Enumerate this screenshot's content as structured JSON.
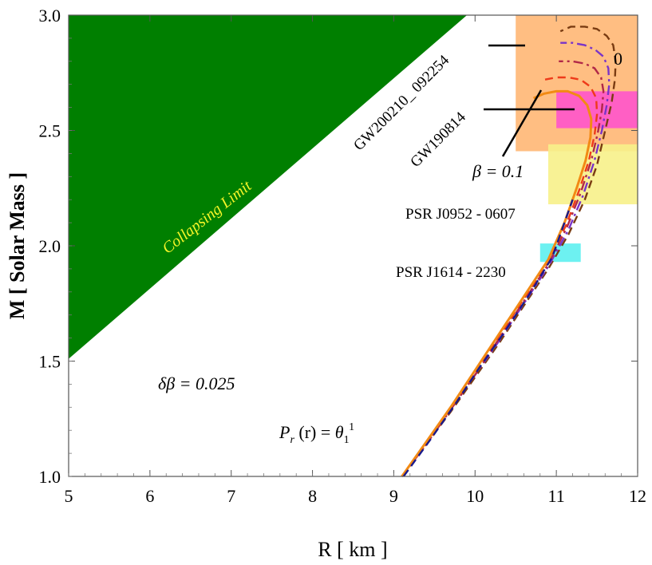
{
  "chart_data": {
    "type": "line",
    "xlabel": "R  [ km ]",
    "ylabel": "M  [ Solar  Mass ]",
    "xlim": [
      5,
      12
    ],
    "ylim": [
      1.0,
      3.0
    ],
    "x_ticks": [
      "5",
      "6",
      "7",
      "8",
      "9",
      "10",
      "11",
      "12"
    ],
    "y_ticks": [
      "1.0",
      "1.5",
      "2.0",
      "2.5",
      "3.0"
    ],
    "grid": false,
    "regions": [
      {
        "label": "Collapsing Limit",
        "color": "#007f00",
        "text_color": "#f5f528",
        "polygon": [
          [
            5,
            3.0
          ],
          [
            9.9,
            3.0
          ],
          [
            5,
            1.51
          ]
        ]
      },
      {
        "label": "GW200210_092254",
        "color": "#ffbe82",
        "x": [
          10.5,
          12
        ],
        "y": [
          2.41,
          3.0
        ]
      },
      {
        "label": "GW190814",
        "color": "#ff5fc4",
        "x": [
          11.0,
          12
        ],
        "y": [
          2.51,
          2.67
        ]
      },
      {
        "label": "PSR J0952 - 0607",
        "color": "#f7f18a",
        "x": [
          10.9,
          12
        ],
        "y": [
          2.18,
          2.44
        ]
      },
      {
        "label": "PSR  J1614 - 2230",
        "color": "#6df1f1",
        "x": [
          10.8,
          11.3
        ],
        "y": [
          1.93,
          2.01
        ]
      }
    ],
    "series": [
      {
        "color": "#7a3c12",
        "dash": "dashed",
        "x": [
          9.1,
          9.4,
          9.7,
          10.0,
          10.3,
          10.6,
          10.9,
          11.15,
          11.35,
          11.5,
          11.6,
          11.68,
          11.72,
          11.73,
          11.7,
          11.62,
          11.5,
          11.35,
          11.18,
          11.05
        ],
        "y": [
          1.0,
          1.14,
          1.28,
          1.43,
          1.58,
          1.74,
          1.9,
          2.05,
          2.2,
          2.35,
          2.5,
          2.62,
          2.72,
          2.8,
          2.87,
          2.91,
          2.94,
          2.95,
          2.95,
          2.93
        ]
      },
      {
        "color": "#7a34c8",
        "dash": "dashdot",
        "x": [
          9.1,
          9.4,
          9.7,
          10.0,
          10.3,
          10.6,
          10.9,
          11.15,
          11.33,
          11.47,
          11.56,
          11.62,
          11.65,
          11.64,
          11.58,
          11.48,
          11.35,
          11.2,
          11.05
        ],
        "y": [
          1.0,
          1.14,
          1.29,
          1.44,
          1.59,
          1.75,
          1.91,
          2.07,
          2.22,
          2.37,
          2.5,
          2.61,
          2.7,
          2.77,
          2.82,
          2.85,
          2.87,
          2.88,
          2.88
        ]
      },
      {
        "color": "#b02848",
        "dash": "dashdot",
        "x": [
          9.1,
          9.4,
          9.7,
          10.0,
          10.3,
          10.6,
          10.9,
          11.13,
          11.3,
          11.43,
          11.51,
          11.56,
          11.58,
          11.55,
          11.47,
          11.35,
          11.2,
          11.03
        ],
        "y": [
          1.0,
          1.14,
          1.29,
          1.44,
          1.6,
          1.76,
          1.92,
          2.08,
          2.23,
          2.37,
          2.49,
          2.59,
          2.67,
          2.73,
          2.77,
          2.79,
          2.8,
          2.8
        ]
      },
      {
        "color": "#ee3a1a",
        "dash": "dashed",
        "x": [
          9.1,
          9.4,
          9.7,
          10.0,
          10.3,
          10.6,
          10.9,
          11.12,
          11.28,
          11.4,
          11.47,
          11.5,
          11.49,
          11.42,
          11.3,
          11.15,
          11.0,
          10.85
        ],
        "y": [
          1.0,
          1.14,
          1.29,
          1.45,
          1.61,
          1.77,
          1.93,
          2.09,
          2.24,
          2.37,
          2.48,
          2.57,
          2.64,
          2.69,
          2.72,
          2.73,
          2.73,
          2.72
        ]
      },
      {
        "color": "#f28a14",
        "dash": "solid",
        "x": [
          9.1,
          9.4,
          9.7,
          10.0,
          10.3,
          10.6,
          10.9,
          11.1,
          11.25,
          11.36,
          11.42,
          11.43,
          11.38,
          11.28,
          11.14,
          11.0,
          10.85,
          10.72
        ],
        "y": [
          1.0,
          1.15,
          1.3,
          1.46,
          1.62,
          1.78,
          1.94,
          2.1,
          2.25,
          2.37,
          2.47,
          2.55,
          2.61,
          2.65,
          2.67,
          2.67,
          2.66,
          2.64
        ]
      },
      {
        "color": "#1a1a8c",
        "dash": "dashed",
        "x": [
          9.12,
          9.45,
          9.75,
          10.05,
          10.35,
          10.65,
          10.95,
          11.2
        ],
        "y": [
          1.0,
          1.16,
          1.31,
          1.47,
          1.62,
          1.78,
          1.95,
          2.2
        ]
      }
    ],
    "annotations": [
      {
        "text": "0",
        "x": 11.75,
        "y": 2.88
      },
      {
        "text": "GW200210_ 092254",
        "x": 8.5,
        "y": 2.66,
        "rotation": -45
      },
      {
        "text": "GW190814",
        "x": 9.5,
        "y": 2.5,
        "rotation": -45
      },
      {
        "text": "β  = 0.1",
        "x": 9.85,
        "y": 2.32
      },
      {
        "text": "PSR J0952 - 0607",
        "x": 9.1,
        "y": 2.11
      },
      {
        "text": "PSR  J1614 - 2230",
        "x": 8.97,
        "y": 1.87
      },
      {
        "text": "δβ  =  0.025",
        "x": 6.1,
        "y": 1.39
      },
      {
        "text": "P",
        "sub": "r",
        "mid": " (r) = ",
        "greek": "θ",
        "sub2": "1",
        "sup": "1",
        "x": 7.5,
        "y": 1.18
      }
    ]
  }
}
